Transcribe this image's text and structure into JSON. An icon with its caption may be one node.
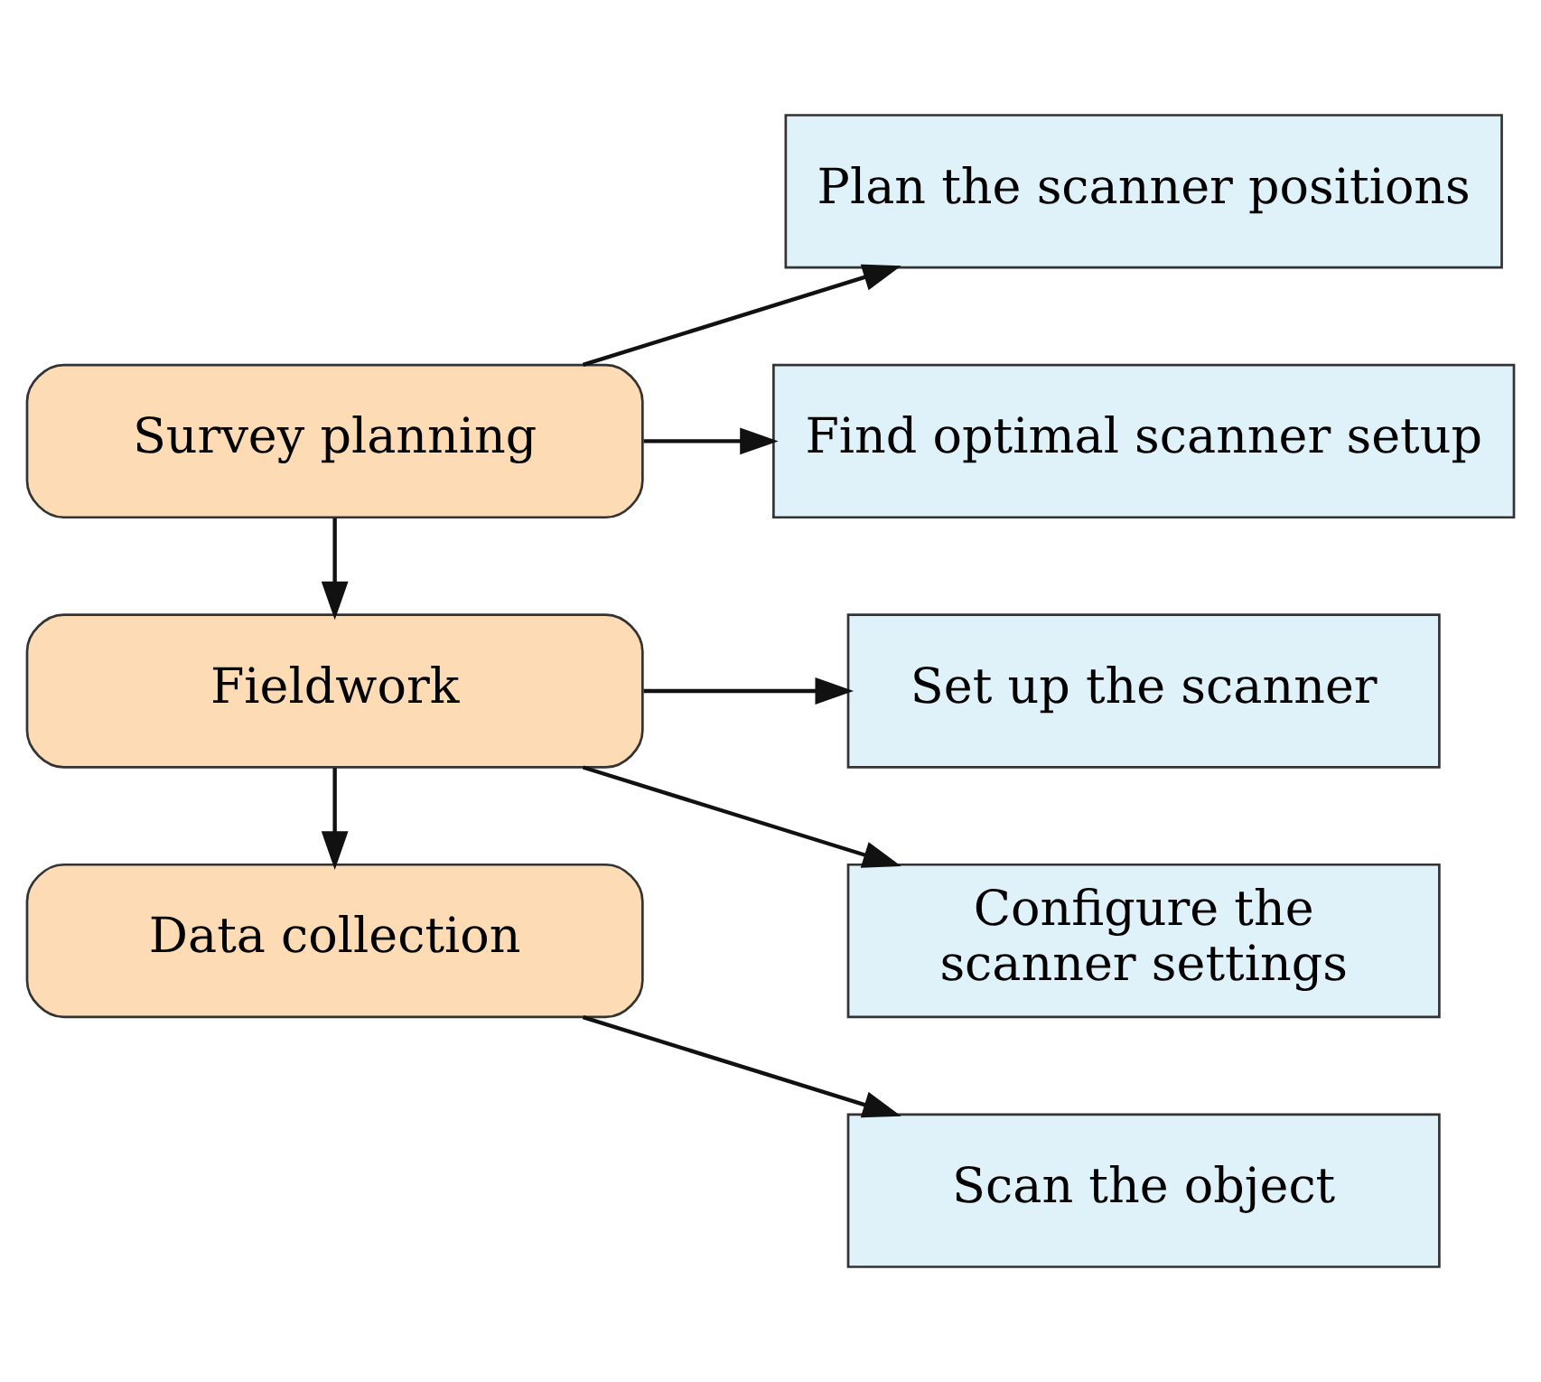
{
  "diagram": {
    "nodes": [
      {
        "text": [
          "Survey planning"
        ]
      },
      {
        "text": [
          "Plan the scanner positions"
        ]
      },
      {
        "text": [
          "Find optimal scanner setup"
        ]
      },
      {
        "text": [
          "Fieldwork"
        ]
      },
      {
        "text": [
          "Set up the scanner"
        ]
      },
      {
        "text": [
          "Configure the scanner settings"
        ]
      },
      {
        "text": [
          "Data collection"
        ]
      },
      {
        "text": [
          "Scan the object"
        ]
      }
    ],
    "edges": [
      {
        "from": 0,
        "to": 1,
        "arrow": "to"
      },
      {
        "from": 0,
        "to": 2,
        "arrow": "to"
      },
      {
        "from": 0,
        "to": 3,
        "arrow": "to"
      },
      {
        "from": 3,
        "to": 4,
        "arrow": "to"
      },
      {
        "from": 3,
        "to": 5,
        "arrow": "to"
      },
      {
        "from": 3,
        "to": 6,
        "arrow": "to"
      },
      {
        "from": 6,
        "to": 7,
        "arrow": "to"
      }
    ]
  }
}
